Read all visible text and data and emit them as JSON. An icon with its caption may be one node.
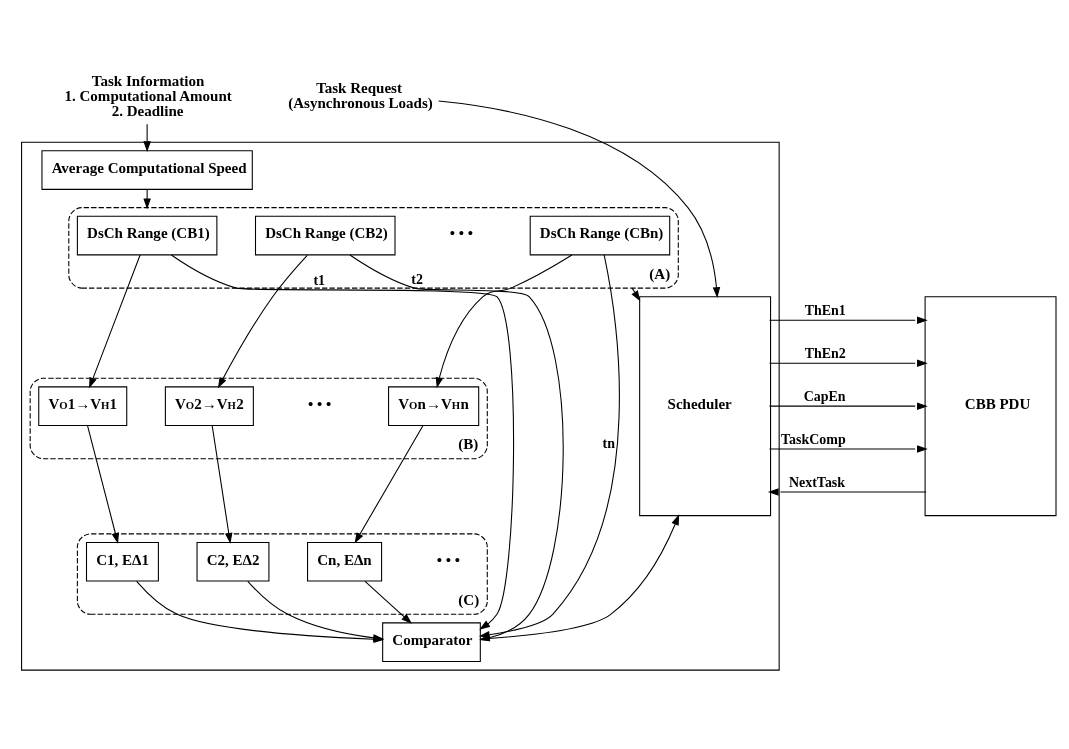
{
  "diagram": {
    "nodes": [
      {
        "text": [
          "Task Information",
          "1. Computational Amount",
          "2. Deadline"
        ]
      },
      {
        "text": [
          "Task Request",
          "(Asynchronous Loads)"
        ]
      },
      {
        "text": [],
        "shape": "box"
      },
      {
        "text": [
          "Average Computational Speed"
        ],
        "in": 2
      },
      {
        "text": [
          "(A)"
        ],
        "in": 2
      },
      {
        "text": [
          "DsCh Range (CB1)"
        ],
        "in": 4
      },
      {
        "text": [
          "DsCh Range (CB2)"
        ],
        "in": 4
      },
      {
        "text": [
          "DsCh Range (CBn)"
        ],
        "in": 4
      },
      {
        "text": [
          "(B)"
        ],
        "in": 2
      },
      {
        "text": [
          "V$_{O}$1→V$_{H}$1"
        ],
        "in": 8
      },
      {
        "text": [
          "V$_{O}$2→V$_{H}$2"
        ],
        "in": 8
      },
      {
        "text": [
          "V$_{O}$n→V$_{H}$n"
        ],
        "in": 8
      },
      {
        "text": [
          "(C)"
        ],
        "in": 2
      },
      {
        "text": [
          "C1, EΔ1"
        ],
        "in": 12
      },
      {
        "text": [
          "C2, EΔ2"
        ],
        "in": 12
      },
      {
        "text": [
          "Cn, EΔn"
        ],
        "in": 12
      },
      {
        "text": [
          "Comparator"
        ],
        "in": 2
      },
      {
        "text": [
          "Scheduler"
        ],
        "in": 2
      },
      {
        "text": [
          "CBB PDU"
        ]
      }
    ],
    "edges": [
      {
        "from": 0,
        "to": 3,
        "arrow": "to"
      },
      {
        "from": 1,
        "to": 17,
        "arrow": "to"
      },
      {
        "from": 3,
        "to": 4,
        "arrow": "to"
      },
      {
        "from": 4,
        "to": 17,
        "arrow": "to"
      },
      {
        "from": 5,
        "to": 9,
        "arrow": "to"
      },
      {
        "from": 6,
        "to": 10,
        "arrow": "to"
      },
      {
        "from": 7,
        "to": 11,
        "arrow": "to"
      },
      {
        "from": 9,
        "to": 13,
        "arrow": "to"
      },
      {
        "from": 10,
        "to": 14,
        "arrow": "to"
      },
      {
        "from": 11,
        "to": 15,
        "arrow": "to"
      },
      {
        "from": 13,
        "to": 16,
        "arrow": "to"
      },
      {
        "from": 5,
        "to": 16,
        "arrow": "to",
        "label": "t1"
      },
      {
        "from": 14,
        "to": 16,
        "arrow": "to"
      },
      {
        "from": 6,
        "to": 16,
        "arrow": "to",
        "label": "t2"
      },
      {
        "from": 15,
        "to": 16,
        "arrow": "to"
      },
      {
        "from": 7,
        "to": 16,
        "arrow": "to",
        "label": "tn"
      },
      {
        "from": 16,
        "to": 17,
        "arrow": "to"
      },
      {
        "from": 17,
        "to": 18,
        "arrow": "to",
        "label": "ThEn1"
      },
      {
        "from": 17,
        "to": 18,
        "arrow": "to",
        "label": "ThEn2"
      },
      {
        "from": 17,
        "to": 18,
        "arrow": "to",
        "label": "CapEn"
      },
      {
        "from": 17,
        "to": 18,
        "arrow": "to",
        "label": "TaskComp"
      },
      {
        "from": 18,
        "to": 17,
        "arrow": "to",
        "label": "NextTask"
      }
    ],
    "labels": [
      "• • •",
      "• • •",
      "• • •"
    ]
  }
}
